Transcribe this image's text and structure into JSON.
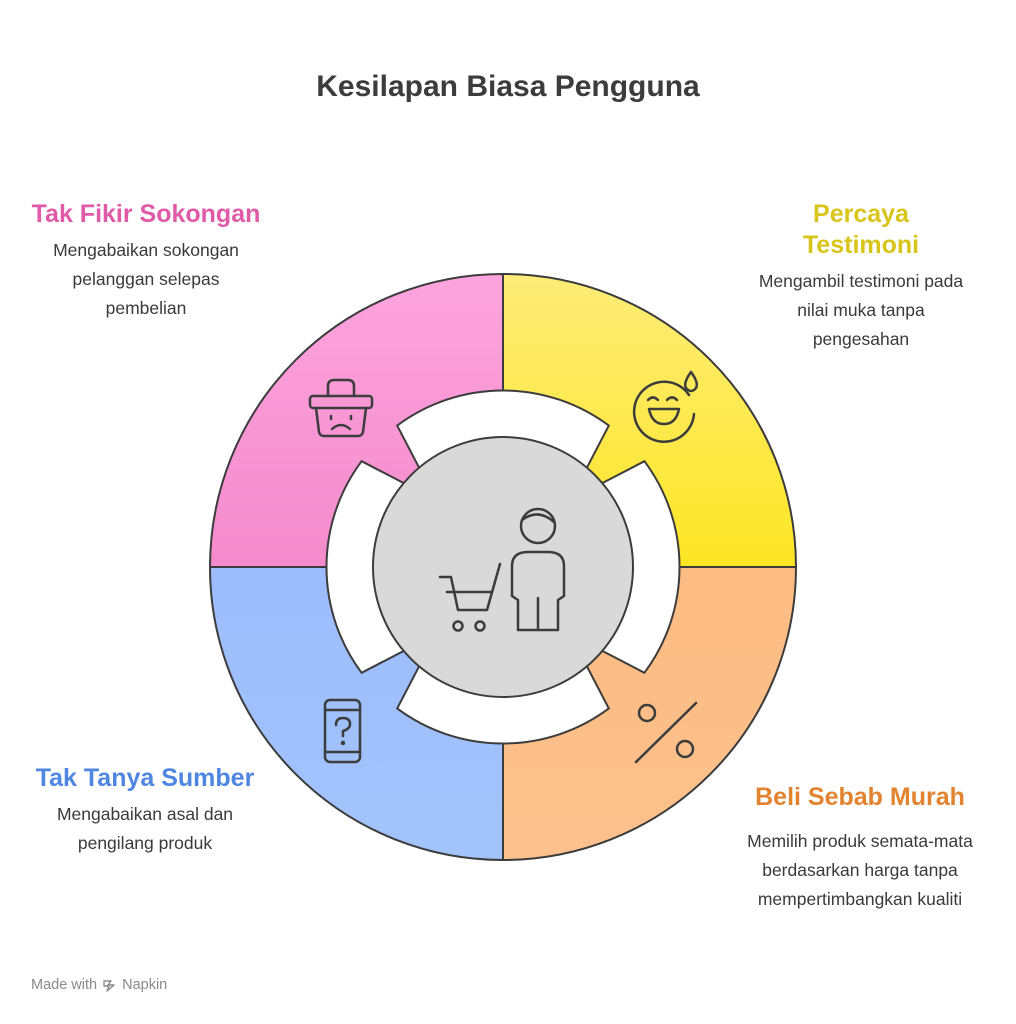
{
  "title": "Kesilapan Biasa Pengguna",
  "segments": [
    {
      "id": "top-left",
      "heading": "Tak Fikir Sokongan",
      "description": "Mengabaikan sokongan pelanggan selepas pembelian",
      "color": "#f58fd0",
      "icon": "sad-shopping-basket-icon"
    },
    {
      "id": "top-right",
      "heading": "Percaya Testimoni",
      "description": "Mengambil testimoni pada nilai muka tanpa pengesahan",
      "color": "#fde957",
      "icon": "sweat-smile-face-icon"
    },
    {
      "id": "bottom-left",
      "heading": "Tak Tanya Sumber",
      "description": "Mengabaikan asal dan pengilang produk",
      "color": "#9ebffd",
      "icon": "phone-question-icon"
    },
    {
      "id": "bottom-right",
      "heading": "Beli Sebab Murah",
      "description": "Memilih produk semata-mata berdasarkan harga tanpa mempertimbangkan kualiti",
      "color": "#fcbd83",
      "icon": "percent-icon"
    }
  ],
  "center": {
    "icon": "shopper-with-cart-icon",
    "color": "#d9d9d9"
  },
  "footer": {
    "made_with": "Made with",
    "brand": "Napkin"
  }
}
